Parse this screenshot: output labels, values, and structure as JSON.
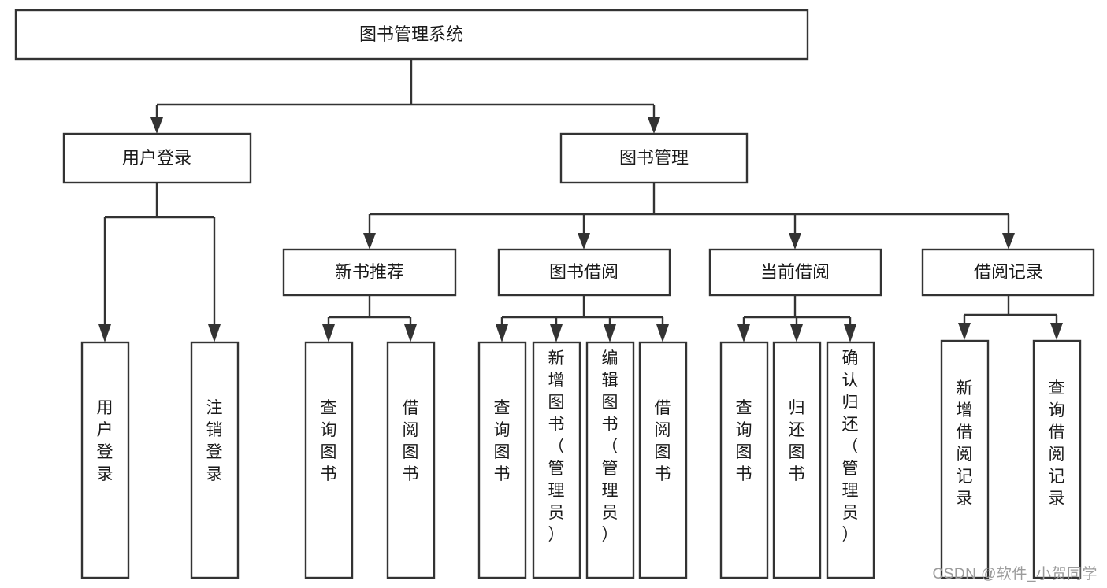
{
  "diagram": {
    "type": "tree",
    "title": "图书管理系统",
    "watermark": "CSDN @软件_小贺同学",
    "root": {
      "id": "root",
      "label": "图书管理系统"
    },
    "level2": [
      {
        "id": "user-login",
        "label": "用户登录"
      },
      {
        "id": "book-manage",
        "label": "图书管理"
      }
    ],
    "level3": [
      {
        "id": "new-book-recommend",
        "label": "新书推荐",
        "parent": "book-manage"
      },
      {
        "id": "book-borrow",
        "label": "图书借阅",
        "parent": "book-manage"
      },
      {
        "id": "current-borrow",
        "label": "当前借阅",
        "parent": "book-manage"
      },
      {
        "id": "borrow-record",
        "label": "借阅记录",
        "parent": "book-manage"
      }
    ],
    "leaves": [
      {
        "id": "leaf-user-login",
        "label": "用户登录",
        "parent": "user-login"
      },
      {
        "id": "leaf-logout",
        "label": "注销登录",
        "parent": "user-login"
      },
      {
        "id": "leaf-query-book-1",
        "label": "查询图书",
        "parent": "new-book-recommend"
      },
      {
        "id": "leaf-borrow-book-1",
        "label": "借阅图书",
        "parent": "new-book-recommend"
      },
      {
        "id": "leaf-query-book-2",
        "label": "查询图书",
        "parent": "book-borrow"
      },
      {
        "id": "leaf-add-book",
        "label": "新增图书（管理员）",
        "parent": "book-borrow"
      },
      {
        "id": "leaf-edit-book",
        "label": "编辑图书（管理员）",
        "parent": "book-borrow"
      },
      {
        "id": "leaf-borrow-book-2",
        "label": "借阅图书",
        "parent": "book-borrow"
      },
      {
        "id": "leaf-query-book-3",
        "label": "查询图书",
        "parent": "current-borrow"
      },
      {
        "id": "leaf-return-book",
        "label": "归还图书",
        "parent": "current-borrow"
      },
      {
        "id": "leaf-confirm-return",
        "label": "确认归还（管理员）",
        "parent": "current-borrow"
      },
      {
        "id": "leaf-add-record",
        "label": "新增借阅记录",
        "parent": "borrow-record"
      },
      {
        "id": "leaf-query-record",
        "label": "查询借阅记录",
        "parent": "borrow-record"
      }
    ],
    "colors": {
      "stroke": "#333333",
      "fill": "#ffffff",
      "text": "#1a1a1a",
      "watermark": "#9b9b9b"
    }
  }
}
